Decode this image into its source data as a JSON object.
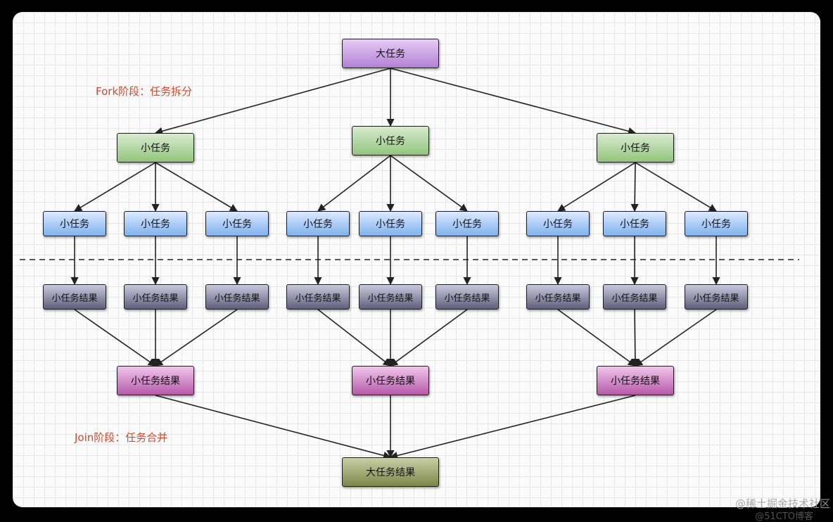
{
  "nodes": {
    "root": "大任务",
    "sub": [
      "小任务",
      "小任务",
      "小任务"
    ],
    "leaves": [
      "小任务",
      "小任务",
      "小任务",
      "小任务",
      "小任务",
      "小任务",
      "小任务",
      "小任务",
      "小任务"
    ],
    "leaf_results": [
      "小任务结果",
      "小任务结果",
      "小任务结果",
      "小任务结果",
      "小任务结果",
      "小任务结果",
      "小任务结果",
      "小任务结果",
      "小任务结果"
    ],
    "sub_results": [
      "小任务结果",
      "小任务结果",
      "小任务结果"
    ],
    "final": "大任务结果"
  },
  "labels": {
    "fork": "Fork阶段：任务拆分",
    "join": "Join阶段：任务合并"
  },
  "watermark": "@稀土掘金技术社区",
  "watermark_faint": "@51CTO博客",
  "colors": {
    "phase_label": "#d24a2f",
    "root": "#b47fd6",
    "sub": "#93c47f",
    "leaf": "#7fb1ee",
    "leaf_result": "#5f5f7e",
    "sub_result": "#b659a9",
    "final": "#7b8649"
  }
}
